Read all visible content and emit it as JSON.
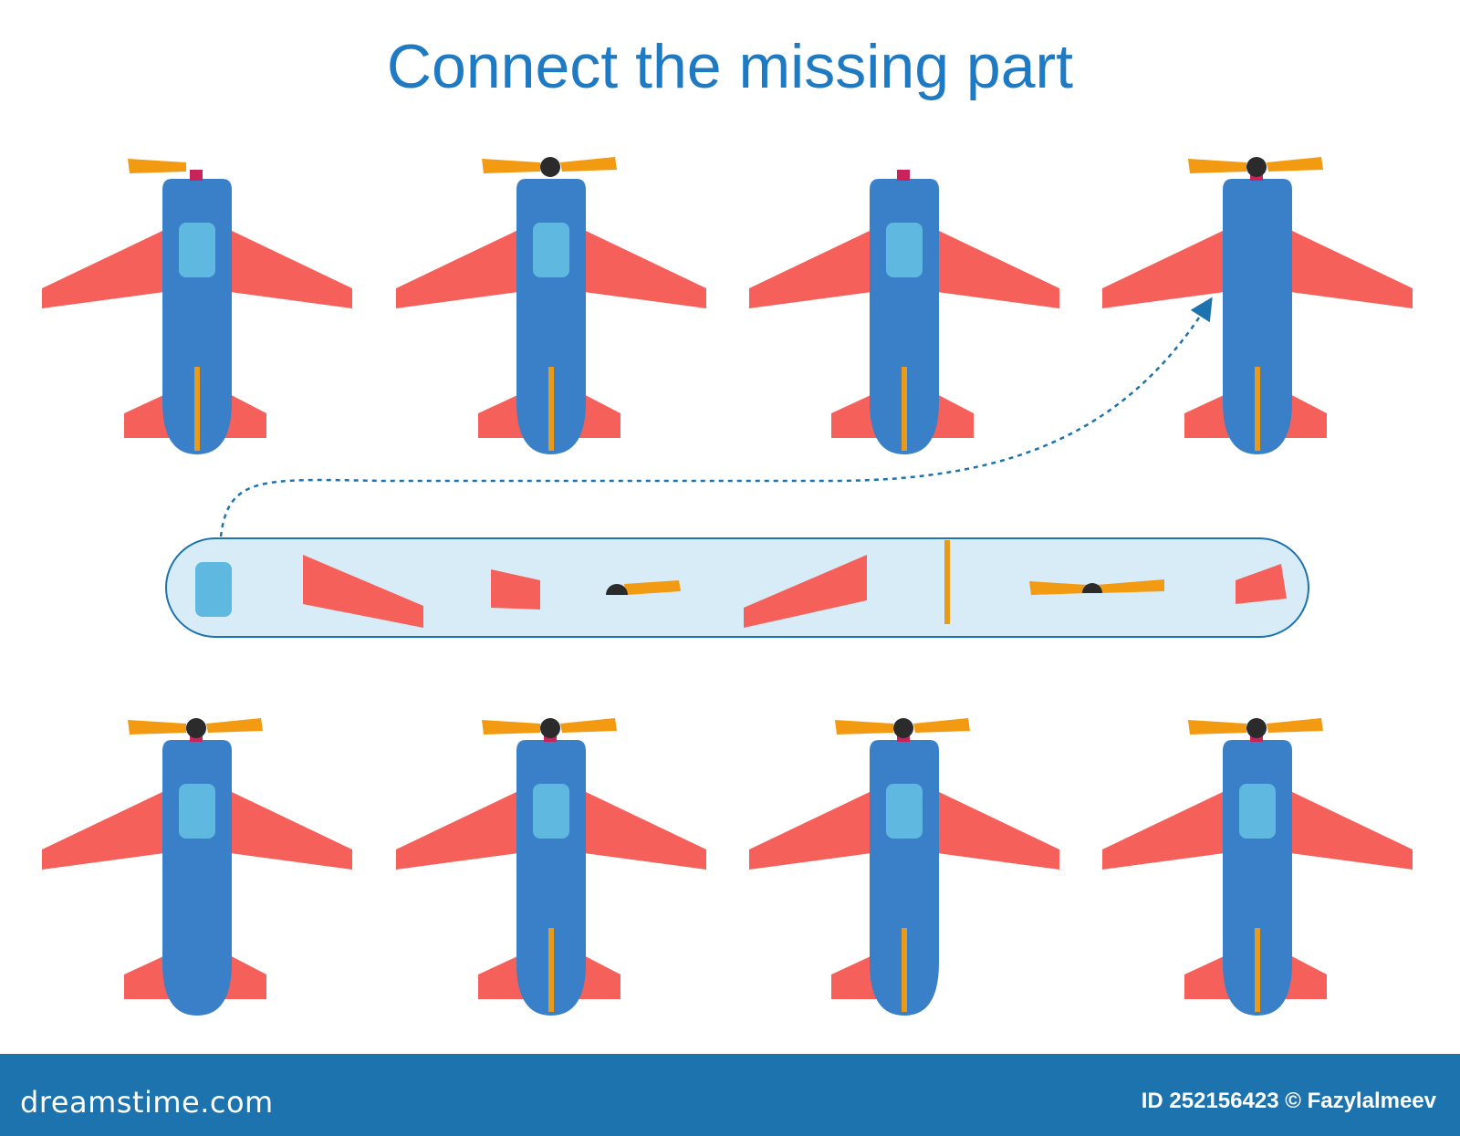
{
  "title": "Connect the missing part",
  "colors": {
    "title": "#1f7ac4",
    "fuselage": "#3a80c9",
    "window": "#5fb8e0",
    "wing": "#f5605a",
    "propeller": "#f29a12",
    "hub": "#2b2b2b",
    "nose_stub": "#c8235a",
    "stripe": "#e89a1a",
    "tray_fill": "#d8ecf7",
    "tray_border": "#1c73ad",
    "footer": "#1c73ad"
  },
  "planes": [
    {
      "id": "top-1",
      "missing": "propeller-blade-right"
    },
    {
      "id": "top-2",
      "missing": "nose-stub"
    },
    {
      "id": "top-3",
      "missing": "propeller"
    },
    {
      "id": "top-4",
      "missing": "window"
    },
    {
      "id": "bottom-1",
      "missing": "tail-stripe"
    },
    {
      "id": "bottom-2",
      "missing": "none"
    },
    {
      "id": "bottom-3",
      "missing": "tail-fin-right"
    },
    {
      "id": "bottom-4",
      "missing": "none"
    }
  ],
  "tray_parts": [
    "window",
    "left-wing",
    "tail-fin-left",
    "half-propeller",
    "right-wing",
    "tail-stripe",
    "propeller",
    "tail-fin-right"
  ],
  "footer": {
    "logo": "dreamstime.com",
    "credit": "ID 252156423 © Fazylalmeev"
  }
}
